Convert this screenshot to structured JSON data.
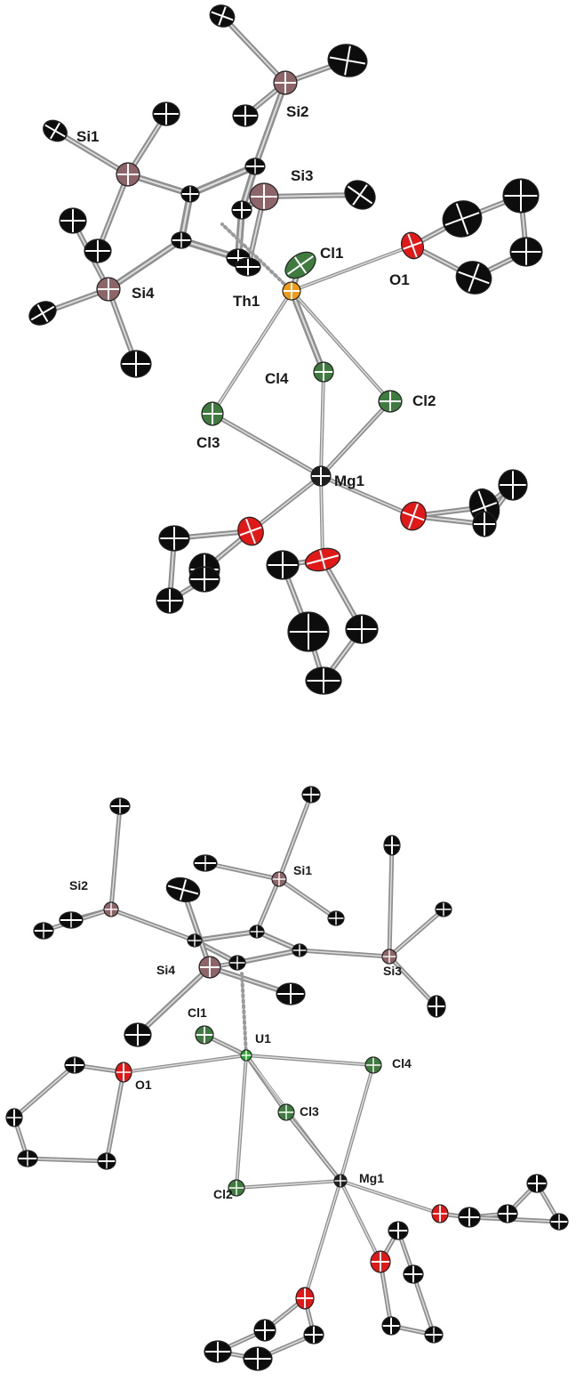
{
  "colors": {
    "carbon": "#0d0d0d",
    "silicon": "#8d6468",
    "chlorine": "#3f7a3f",
    "oxygen": "#e01818",
    "thorium": "#f09a18",
    "uranium": "#2fa92f",
    "magnesium": "#1f1f1f",
    "bond": "#8f8f8f",
    "background": "#ffffff"
  },
  "structures": [
    {
      "id": "thorium-complex",
      "labels": {
        "Si1": "Si1",
        "Si2": "Si2",
        "Si3": "Si3",
        "Si4": "Si4",
        "Cl1": "Cl1",
        "O1": "O1",
        "Th1": "Th1",
        "Cl4": "Cl4",
        "Cl2": "Cl2",
        "Cl3": "Cl3",
        "Mg1": "Mg1"
      }
    },
    {
      "id": "uranium-complex",
      "labels": {
        "Si2": "Si2",
        "Si1": "Si1",
        "Si4": "Si4",
        "Si3": "Si3",
        "Cl1": "Cl1",
        "U1": "U1",
        "O1": "O1",
        "Cl4": "Cl4",
        "Cl3": "Cl3",
        "Cl2": "Cl2",
        "Mg1": "Mg1"
      }
    }
  ]
}
